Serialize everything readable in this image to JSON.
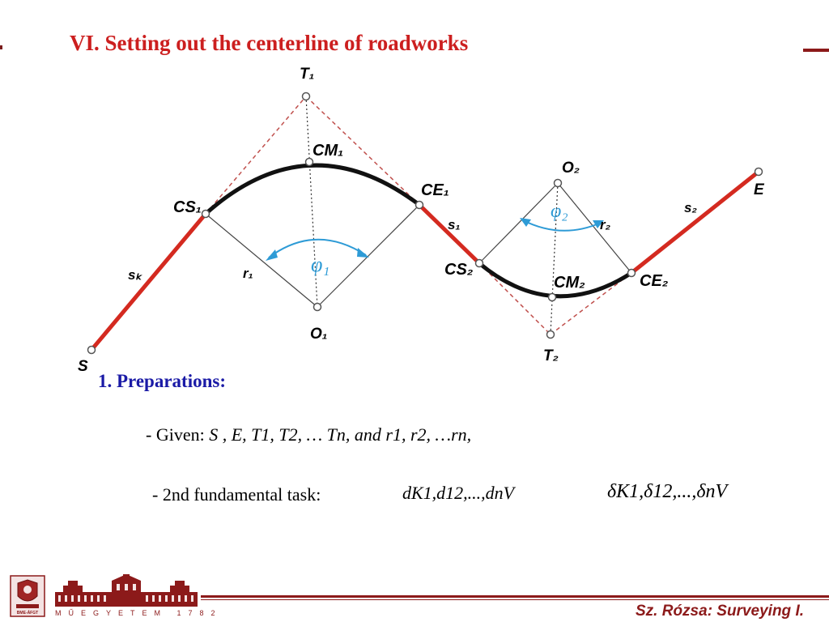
{
  "slide": {
    "title": "VI. Setting out the centerline of roadworks"
  },
  "diagram": {
    "labels": {
      "T1": "T₁",
      "CM1": "CM₁",
      "CS1": "CS₁",
      "CE1": "CE₁",
      "s1": "s₁",
      "r1": "r₁",
      "phi1": "φ₁",
      "O1": "O₁",
      "sK": "sₖ",
      "S": "S",
      "O2": "O₂",
      "phi2": "φ₂",
      "r2": "r₂",
      "CS2": "CS₂",
      "CM2": "CM₂",
      "CE2": "CE₂",
      "T2": "T₂",
      "s2": "s₂",
      "E": "E"
    },
    "colors": {
      "straight": "#d42a20",
      "arc": "#111111",
      "tangent_dashed": "#c0504d",
      "angle_arrow": "#2e9bd6"
    }
  },
  "section": {
    "title": "1. Preparations:",
    "given_prefix": "- Given: ",
    "given_formula": "S , E, T1, T2, … Tn, and r1, r2, …rn,",
    "task_text": "- 2nd fundamental task:",
    "formula_d": "dK1,d12,...,dnV",
    "formula_delta": "δK1,δ12,...,δnV"
  },
  "footer": {
    "credit": "Sz. Rózsa: Surveying I.",
    "university": "MŰEGYETEM 1782",
    "crest_text": "BME-ÁFGT"
  }
}
